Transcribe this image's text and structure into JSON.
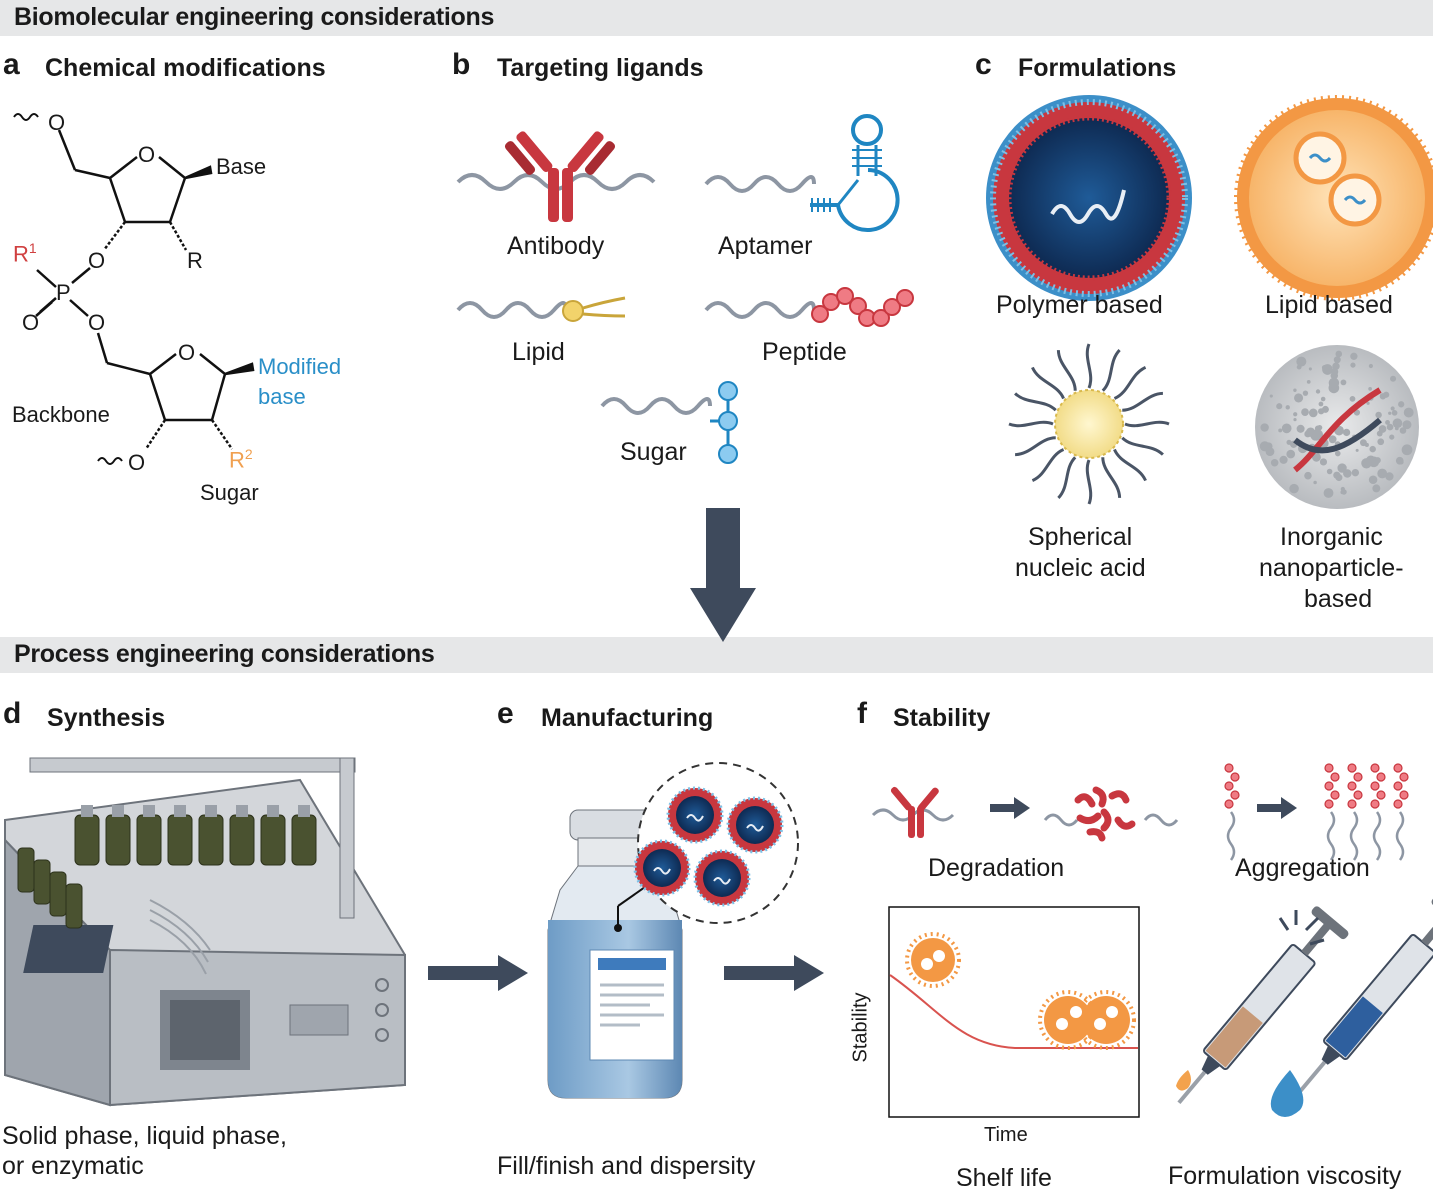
{
  "sections": {
    "biomolecular": "Biomolecular engineering considerations",
    "process": "Process engineering considerations"
  },
  "panels": {
    "a": {
      "letter": "a",
      "title": "Chemical modifications"
    },
    "b": {
      "letter": "b",
      "title": "Targeting ligands"
    },
    "c": {
      "letter": "c",
      "title": "Formulations"
    },
    "d": {
      "letter": "d",
      "title": "Synthesis"
    },
    "e": {
      "letter": "e",
      "title": "Manufacturing"
    },
    "f": {
      "letter": "f",
      "title": "Stability"
    }
  },
  "chem": {
    "o_top": "O",
    "ring_o1": "O",
    "base": "Base",
    "r1": "R",
    "r1_sup": "1",
    "o_link1": "O",
    "p": "P",
    "o_double": "O",
    "o_link2": "O",
    "r": "R",
    "ring_o2": "O",
    "modified_base_1": "Modified",
    "modified_base_2": "base",
    "backbone": "Backbone",
    "o_bottom": "O",
    "r2": "R",
    "r2_sup": "2",
    "sugar": "Sugar"
  },
  "ligands": {
    "antibody": "Antibody",
    "aptamer": "Aptamer",
    "lipid": "Lipid",
    "peptide": "Peptide",
    "sugar": "Sugar"
  },
  "formulations": {
    "polymer": "Polymer based",
    "lipid": "Lipid based",
    "sna_1": "Spherical",
    "sna_2": "nucleic acid",
    "inorg_1": "Inorganic",
    "inorg_2": "nanoparticle-",
    "inorg_3": "based"
  },
  "synthesis": {
    "caption_1": "Solid phase, liquid phase,",
    "caption_2": "or enzymatic"
  },
  "manufacturing": {
    "caption": "Fill/finish and dispersity"
  },
  "stability": {
    "degradation": "Degradation",
    "aggregation": "Aggregation",
    "y_axis": "Stability",
    "x_axis": "Time",
    "shelf_life": "Shelf life",
    "viscosity": "Formulation viscosity"
  },
  "colors": {
    "band": "#e6e7e8",
    "antibody_red": "#c8373f",
    "aptamer_blue": "#1f86c2",
    "lipid_orange": "#f3943a",
    "polymer_navy": "#1a3f72",
    "arrow_slate": "#3e4a5c",
    "r1_red": "#d04040",
    "modified_blue": "#2a8fc8",
    "r2_orange": "#f0a050"
  },
  "icons": [
    "antibody-icon",
    "aptamer-icon",
    "lipid-tail-icon",
    "peptide-beads-icon",
    "sugar-chain-icon",
    "polymer-nanoparticle-icon",
    "lipid-nanoparticle-icon",
    "spherical-nucleic-acid-icon",
    "inorganic-nanoparticle-icon",
    "synthesizer-icon",
    "vial-icon",
    "syringe-icon",
    "flow-arrow-icon"
  ]
}
